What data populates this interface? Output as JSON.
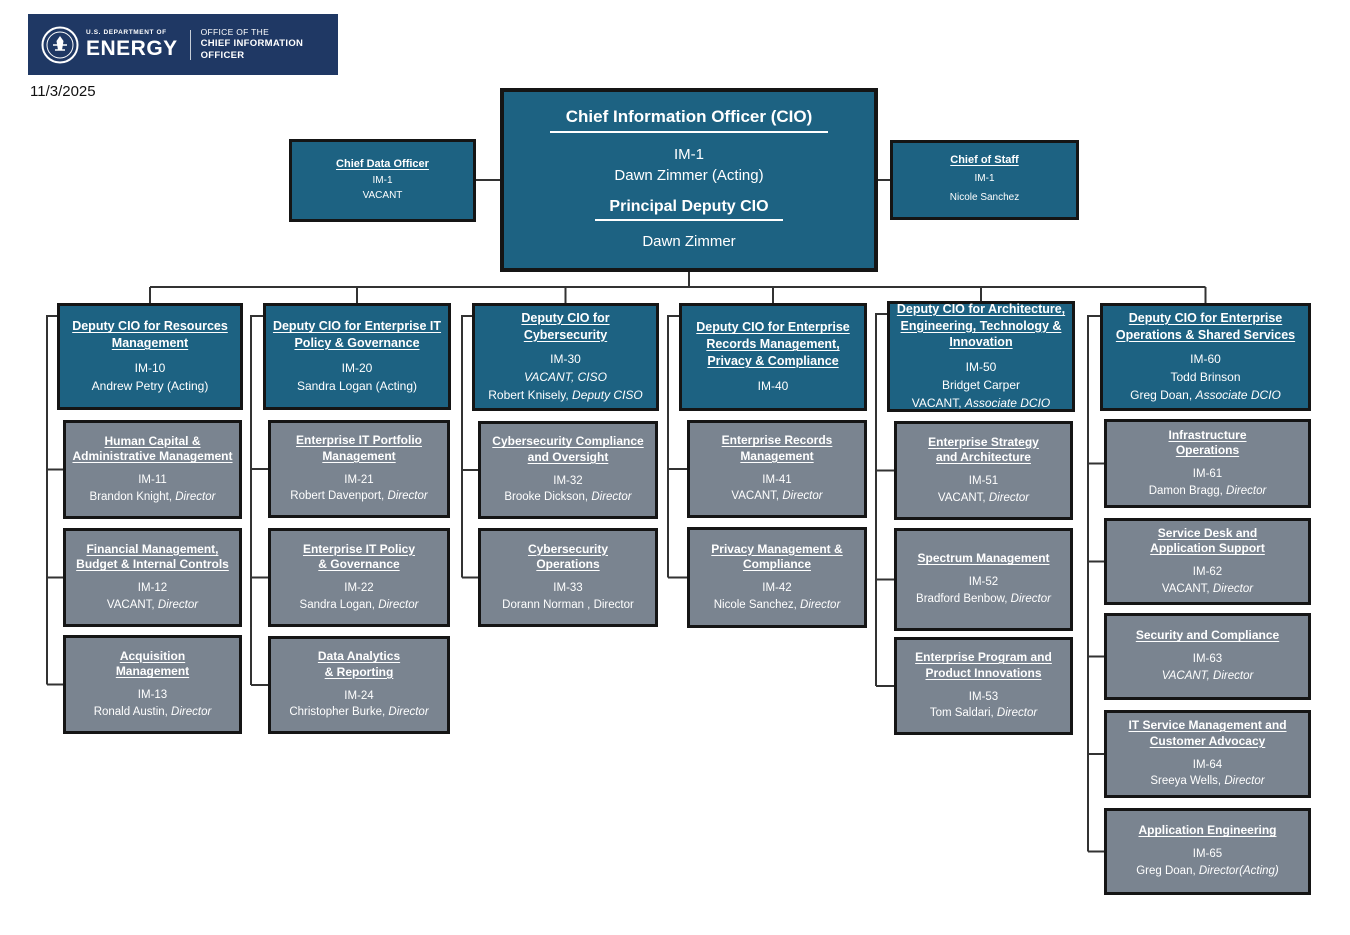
{
  "banner": {
    "dept_small": "U.S. DEPARTMENT OF",
    "energy": "ENERGY",
    "office_line1": "OFFICE OF THE",
    "office_line2": "CHIEF INFORMATION OFFICER"
  },
  "date": "11/3/2025",
  "colors": {
    "navy": "#1f3864",
    "teal": "#1d6282",
    "gray": "#7a8490",
    "border": "#151515",
    "wire": "#333333"
  },
  "cio": {
    "title": "Chief Information Officer (CIO)",
    "code": "IM-1",
    "name": "Dawn Zimmer (Acting)",
    "subtitle": "Principal Deputy CIO",
    "subname": "Dawn Zimmer"
  },
  "cdo": {
    "title": "Chief Data Officer",
    "code": "IM-1",
    "name": "VACANT"
  },
  "cos": {
    "title": "Chief of Staff",
    "code": "IM-1",
    "name": "Nicole Sanchez"
  },
  "columns": [
    {
      "head": {
        "title": [
          "Deputy CIO for Resources",
          "Management"
        ],
        "code": "IM-10",
        "lines": [
          {
            "text": "Andrew Petry (Acting)"
          }
        ]
      },
      "subs": [
        {
          "title": [
            "Human Capital &",
            "Administrative Management"
          ],
          "code": "IM-11",
          "lines": [
            {
              "text": "Brandon Knight, ",
              "italic": "Director"
            }
          ]
        },
        {
          "title": [
            "Financial Management,",
            "Budget & Internal Controls"
          ],
          "code": "IM-12",
          "lines": [
            {
              "text": "VACANT, ",
              "italic": "Director"
            }
          ]
        },
        {
          "title": [
            "Acquisition",
            "Management"
          ],
          "code": "IM-13",
          "lines": [
            {
              "text": "Ronald Austin, ",
              "italic": "Director"
            }
          ]
        }
      ]
    },
    {
      "head": {
        "title": [
          "Deputy CIO for Enterprise IT",
          "Policy & Governance"
        ],
        "code": "IM-20",
        "lines": [
          {
            "text": "Sandra Logan (Acting)"
          }
        ]
      },
      "subs": [
        {
          "title": [
            "Enterprise IT Portfolio",
            "Management"
          ],
          "code": "IM-21",
          "lines": [
            {
              "text": "Robert Davenport, ",
              "italic": "Director"
            }
          ]
        },
        {
          "title": [
            "Enterprise IT Policy",
            "& Governance"
          ],
          "code": "IM-22",
          "lines": [
            {
              "text": "Sandra Logan, ",
              "italic": "Director"
            }
          ]
        },
        {
          "title": [
            "Data Analytics",
            "& Reporting"
          ],
          "code": "IM-24",
          "lines": [
            {
              "text": "Christopher Burke, ",
              "italic": "Director"
            }
          ]
        }
      ]
    },
    {
      "head": {
        "title": [
          "Deputy CIO for Cybersecurity"
        ],
        "code": "IM-30",
        "lines": [
          {
            "italic": "VACANT, CISO"
          },
          {
            "text": "Robert Knisely, ",
            "italic": "Deputy CISO"
          }
        ]
      },
      "subs": [
        {
          "title": [
            "Cybersecurity Compliance",
            "and Oversight"
          ],
          "code": "IM-32",
          "lines": [
            {
              "text": "Brooke Dickson, ",
              "italic": "Director"
            }
          ]
        },
        {
          "title": [
            "Cybersecurity",
            "Operations"
          ],
          "code": "IM-33",
          "lines": [
            {
              "text": "Dorann Norman , Director"
            }
          ]
        }
      ]
    },
    {
      "head": {
        "title": [
          "Deputy CIO for Enterprise",
          "Records Management,",
          "Privacy & Compliance"
        ],
        "code": "IM-40",
        "lines": []
      },
      "subs": [
        {
          "title": [
            "Enterprise Records",
            "Management"
          ],
          "code": "IM-41",
          "lines": [
            {
              "text": "VACANT, ",
              "italic": "Director"
            }
          ]
        },
        {
          "title": [
            "Privacy Management &",
            "Compliance"
          ],
          "code": "IM-42",
          "lines": [
            {
              "text": "Nicole Sanchez, ",
              "italic": "Director"
            }
          ]
        }
      ]
    },
    {
      "head": {
        "title": [
          "Deputy CIO for Architecture,",
          "Engineering, Technology &",
          "Innovation"
        ],
        "code": "IM-50",
        "lines": [
          {
            "text": "Bridget Carper"
          },
          {
            "text": "VACANT, ",
            "italic": "Associate DCIO"
          }
        ]
      },
      "subs": [
        {
          "title": [
            "Enterprise Strategy",
            "and Architecture"
          ],
          "code": "IM-51",
          "lines": [
            {
              "text": "VACANT, ",
              "italic": "Director"
            }
          ]
        },
        {
          "title": [
            "Spectrum Management"
          ],
          "code": "IM-52",
          "lines": [
            {
              "text": "Bradford Benbow, ",
              "italic": "Director"
            }
          ]
        },
        {
          "title": [
            "Enterprise Program and",
            "Product Innovations"
          ],
          "code": "IM-53",
          "lines": [
            {
              "text": "Tom Saldari, ",
              "italic": "Director"
            }
          ]
        }
      ]
    },
    {
      "head": {
        "title": [
          "Deputy CIO for Enterprise",
          "Operations & Shared Services"
        ],
        "code": "IM-60",
        "lines": [
          {
            "text": "Todd Brinson"
          },
          {
            "text": "Greg Doan, ",
            "italic": "Associate DCIO"
          }
        ]
      },
      "subs": [
        {
          "title": [
            "Infrastructure",
            "Operations"
          ],
          "code": "IM-61",
          "lines": [
            {
              "text": "Damon Bragg, ",
              "italic": "Director"
            }
          ]
        },
        {
          "title": [
            "Service Desk and",
            "Application Support"
          ],
          "code": "IM-62",
          "lines": [
            {
              "text": "VACANT, ",
              "italic": "Director"
            }
          ]
        },
        {
          "title": [
            "Security and Compliance"
          ],
          "code": "IM-63",
          "lines": [
            {
              "italic": "VACANT, Director"
            }
          ]
        },
        {
          "title": [
            "IT Service Management and",
            "Customer Advocacy"
          ],
          "code": "IM-64",
          "lines": [
            {
              "text": "Sreeya Wells, ",
              "italic": "Director"
            }
          ]
        },
        {
          "title": [
            "Application Engineering"
          ],
          "code": "IM-65",
          "lines": [
            {
              "text": "Greg Doan, ",
              "italic": "Director(Acting)"
            }
          ]
        }
      ]
    }
  ]
}
